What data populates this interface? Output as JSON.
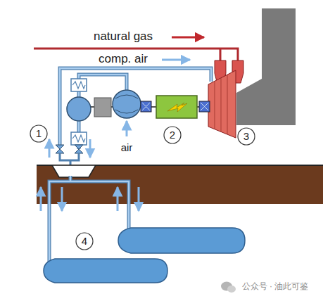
{
  "diagram": {
    "labels": [
      "natural gas",
      "comp. air",
      "1",
      "air",
      "2",
      "3",
      "4",
      "公众号 · 油此可鉴"
    ]
  }
}
